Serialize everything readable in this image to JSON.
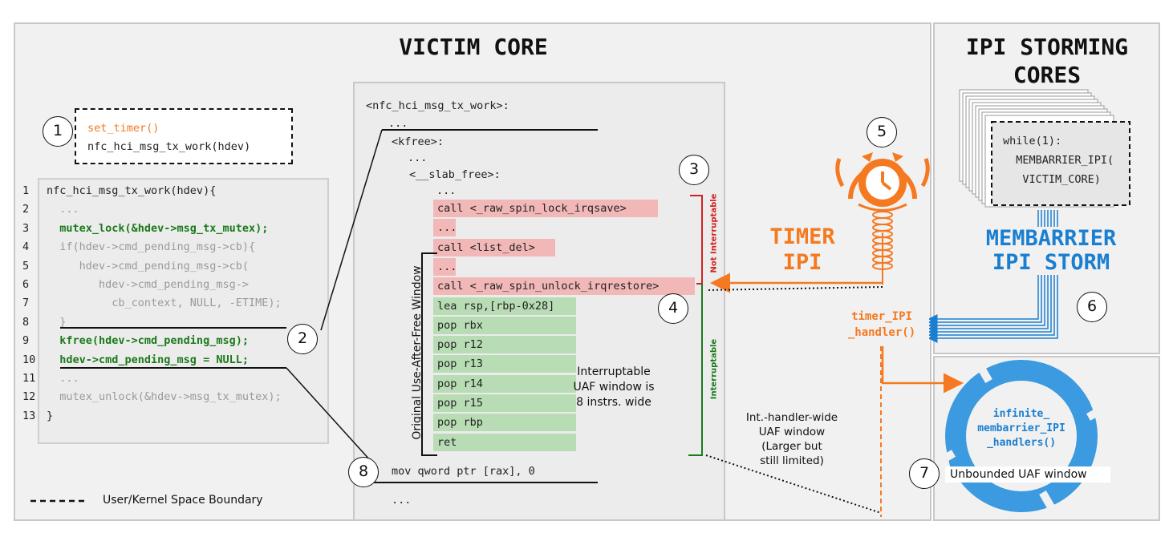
{
  "victim_core": {
    "title": "VICTIM CORE",
    "step1": {
      "num": "1",
      "set_timer": "set_timer()",
      "call": "nfc_hci_msg_tx_work(hdev)"
    },
    "source_lines": [
      {
        "n": "1",
        "text": "nfc_hci_msg_tx_work(hdev){",
        "style": "normal"
      },
      {
        "n": "2",
        "text": "  ...",
        "style": "faded"
      },
      {
        "n": "3",
        "text": "  mutex_lock(&hdev->msg_tx_mutex);",
        "style": "green"
      },
      {
        "n": "4",
        "text": "  if(hdev->cmd_pending_msg->cb){",
        "style": "faded"
      },
      {
        "n": "5",
        "text": "     hdev->cmd_pending_msg->cb(",
        "style": "faded"
      },
      {
        "n": "6",
        "text": "        hdev->cmd_pending_msg->",
        "style": "faded"
      },
      {
        "n": "7",
        "text": "          cb_context, NULL, -ETIME);",
        "style": "faded"
      },
      {
        "n": "8",
        "text": "  }",
        "style": "faded"
      },
      {
        "n": "9",
        "text": "  kfree(hdev->cmd_pending_msg);",
        "style": "green"
      },
      {
        "n": "10",
        "text": "  hdev->cmd_pending_msg = NULL;",
        "style": "green"
      },
      {
        "n": "11",
        "text": "  ...",
        "style": "faded"
      },
      {
        "n": "12",
        "text": "  mutex_unlock(&hdev->msg_tx_mutex);",
        "style": "faded"
      },
      {
        "n": "13",
        "text": "}",
        "style": "normal"
      }
    ],
    "step2": "2",
    "step3": "3",
    "step4": "4",
    "step8": "8",
    "asm": {
      "header": "<nfc_hci_msg_tx_work>:",
      "dots1": "...",
      "kfree": "<kfree>:",
      "dots2": "...",
      "slab_free": "<__slab_free>:",
      "dots3": "...",
      "instructions": [
        {
          "text": "call <_raw_spin_lock_irqsave>",
          "kind": "red"
        },
        {
          "text": "...",
          "kind": "red"
        },
        {
          "text": "call <list_del>",
          "kind": "red"
        },
        {
          "text": "...",
          "kind": "red"
        },
        {
          "text": "call <_raw_spin_unlock_irqrestore>",
          "kind": "red"
        },
        {
          "text": "lea rsp,[rbp-0x28]",
          "kind": "green"
        },
        {
          "text": "pop rbx",
          "kind": "green"
        },
        {
          "text": "pop r12",
          "kind": "green"
        },
        {
          "text": "pop r13",
          "kind": "green"
        },
        {
          "text": "pop r14",
          "kind": "green"
        },
        {
          "text": "pop r15",
          "kind": "green"
        },
        {
          "text": "pop rbp",
          "kind": "green"
        },
        {
          "text": "ret",
          "kind": "green"
        }
      ],
      "mov": "mov qword ptr [rax], 0",
      "dots_end": "..."
    },
    "uaf_window_label": "Original Use-After-Free Window",
    "not_interruptable": "Not Interruptable",
    "interruptable": "Interruptable",
    "interruptable_note": [
      "Interruptable",
      "UAF window is",
      "8 instrs. wide"
    ],
    "legend": "User/Kernel Space Boundary"
  },
  "timer": {
    "step5": "5",
    "label_line1": "TIMER",
    "label_line2": "IPI",
    "handler_line1": "timer_IPI",
    "handler_line2": "_handler()",
    "int_handler_note": [
      "Int.-handler-wide",
      "UAF window",
      "(Larger but",
      "still limited)"
    ]
  },
  "ipi_storming": {
    "title_line1": "IPI STORMING",
    "title_line2": "CORES",
    "code": [
      "while(1):",
      "  MEMBARRIER_IPI(",
      "   VICTIM_CORE)"
    ],
    "storm_line1": "MEMBARRIER",
    "storm_line2": "IPI STORM",
    "step6": "6"
  },
  "unbounded": {
    "handlers": [
      "infinite_",
      "membarrier_IPI",
      "_handlers()"
    ],
    "step7": "7",
    "label": "Unbounded UAF window"
  },
  "colors": {
    "orange": "#f47920",
    "blue": "#1a7fd0",
    "ring_blue": "#3b9ae0",
    "green_text": "#1a7a1a",
    "red_fill": "#f2b8b8",
    "green_fill": "#b8dcb4",
    "panel_bg": "#f1f1f1"
  }
}
